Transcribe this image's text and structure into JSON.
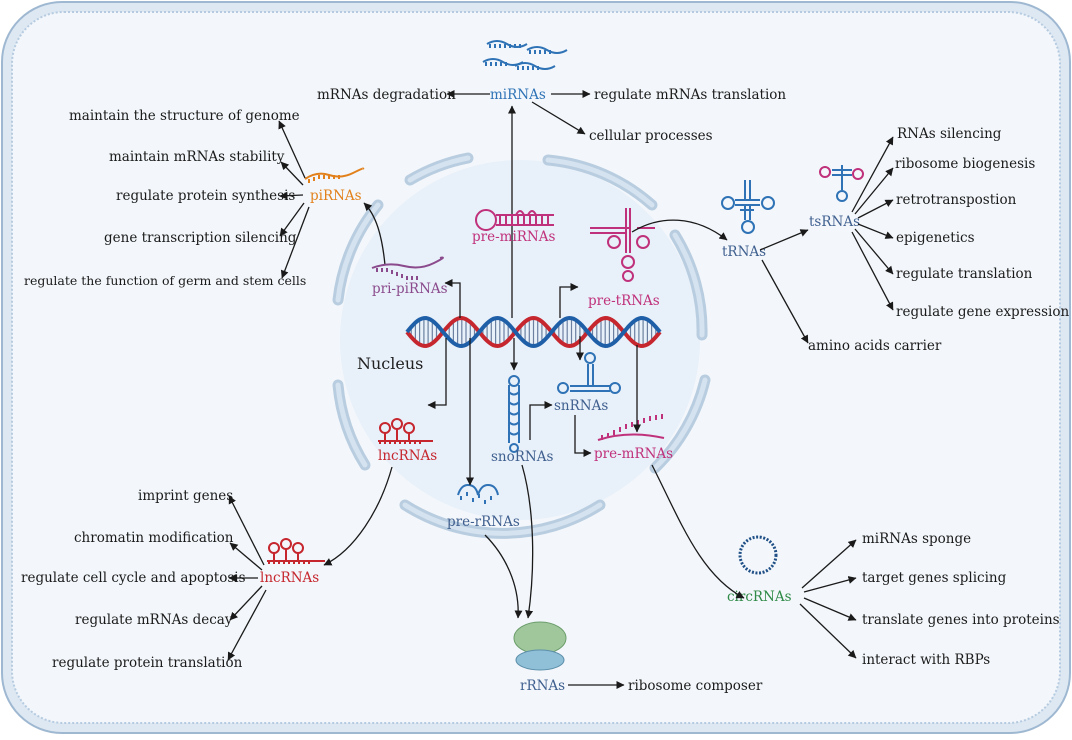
{
  "nucleus_label": "Nucleus",
  "colors": {
    "mirna": "#2f73b6",
    "pink": "#c0317b",
    "lnc": "#c6262e",
    "pirna": "#e2811c",
    "purple": "#8a4a8c",
    "circ": "#2f8a47",
    "steel": "#3f5f8f",
    "membrane": "#b9cde0",
    "nucleus_fill": "#eaf2fa"
  },
  "mirnas": {
    "label": "miRNAs",
    "left": "mRNAs degradation",
    "right": "regulate mRNAs translation",
    "down": "cellular processes"
  },
  "pre_mirnas": "pre-miRNAs",
  "pirnas": {
    "label": "piRNAs",
    "functions": [
      "maintain the structure of genome",
      "maintain mRNAs stability",
      "regulate protein synthesis",
      "gene transcription silencing",
      "regulate the function of germ and stem cells"
    ]
  },
  "pri_pirnas": "pri-piRNAs",
  "pre_trnas": "pre-tRNAs",
  "trnas": {
    "label": "tRNAs",
    "function": "amino acids carrier"
  },
  "tsrnas": {
    "label": "tsRNAs",
    "functions": [
      "RNAs silencing",
      "ribosome biogenesis",
      "retrotranspostion",
      "epigenetics",
      "regulate translation",
      "regulate gene expression"
    ]
  },
  "snrnas": "snRNAs",
  "snornas": "snoRNAs",
  "pre_mrnas": "pre-mRNAs",
  "lncrnas_inner": "lncRNAs",
  "pre_rrnas": "pre-rRNAs",
  "lncrnas": {
    "label": "lncRNAs",
    "functions": [
      "imprint genes",
      "chromatin modification",
      "regulate cell cycle and apoptosis",
      "regulate mRNAs decay",
      "regulate protein translation"
    ]
  },
  "rrnas": {
    "label": "rRNAs",
    "function": "ribosome composer"
  },
  "circrnas": {
    "label": "circRNAs",
    "functions": [
      "miRNAs sponge",
      "target genes splicing",
      "translate genes into proteins",
      "interact with RBPs"
    ]
  }
}
